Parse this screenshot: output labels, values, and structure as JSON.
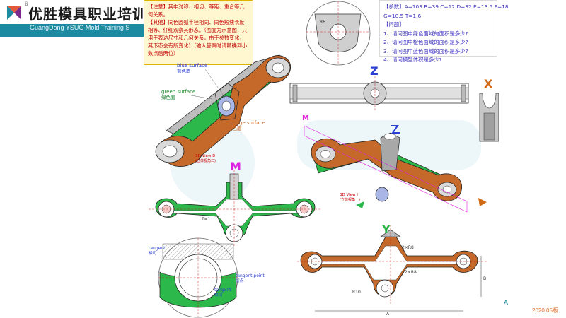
{
  "brand": {
    "name_cn": "优胜模具职业培训学",
    "name_en": "GuangDong YSUG Mold Training S",
    "reg_mark": "®"
  },
  "note": {
    "line1": "【注意】其中对称、相切、等距、重合等几何关系。",
    "line2": "【其他】同色圆弧半径相同、同色短线长度相等、仔细观察其形态。（图面为示意图，只用于表达尺寸和几何关系，由于参数变化，其形态会有所变化）（输入答案时请精确到小数点后两位）"
  },
  "params": {
    "line1": "【参数】A=103  B=39  C=12  D=32  E=13.5  F=18",
    "line2": "G=10.5  T=1.6",
    "q_header": "【问题】",
    "q1": "1、请问图中绿色面域的面积是多少?",
    "q2": "2、请问图中橙色面域的面积是多少?",
    "q3": "3、请问图中蓝色面域的面积是多少?",
    "q4": "4、请问模型体积是多少?"
  },
  "labels": {
    "blue_surface_en": "blue surface",
    "blue_surface_cn": "蓝色面",
    "green_surface_en": "green surface",
    "green_surface_cn": "绿色面",
    "orange_surface_en": "orange surface",
    "orange_surface_cn": "橙色面",
    "view_b": "3D View B",
    "view_b_cn": "(立体视角二)",
    "view_i": "3D View I",
    "view_i_cn": "(立体视角一)",
    "tangent1": "tangent",
    "tangent1_cn": "相切",
    "tangent2": "tangent",
    "tangent2_cn": "相切",
    "tangent_point": "tangent point",
    "tangent_point_cn": "切点",
    "letter_z": "Z",
    "letter_x": "X",
    "letter_m": "M",
    "letter_y": "Y",
    "dim_t1": "T=1",
    "dim_2xr8": "2×R8",
    "dim_2xr8b": "2×R8",
    "dim_r10": "R10",
    "dim_b": "B",
    "dim_a": "A"
  },
  "colors": {
    "orange": "#c5692a",
    "green": "#2db84b",
    "blue": "#a9b6e6",
    "gray": "#b9b9b9",
    "magenta": "#e020e0",
    "teal": "#1c8aa0"
  },
  "footer": {
    "year": "2020.05版",
    "page": "A"
  }
}
